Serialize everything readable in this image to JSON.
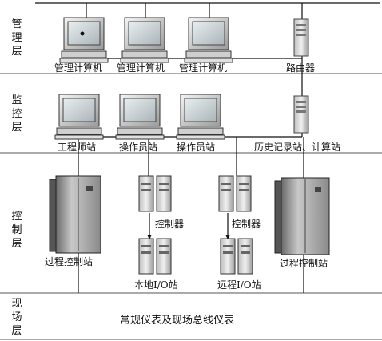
{
  "layers": {
    "management": "管理层",
    "monitoring": "监控层",
    "control": "控制层",
    "field": "现场层"
  },
  "management": {
    "pc1": "管理计算机",
    "pc2": "管理计算机",
    "pc3": "管理计算机",
    "router": "路由器"
  },
  "monitoring": {
    "engineer": "工程师站",
    "operator1": "操作员站",
    "operator2": "操作员站",
    "history": "历史记录站、计算站"
  },
  "control": {
    "process_left": "过程控制站",
    "controller_left": "控制器",
    "local_io": "本地I/O站",
    "controller_right": "控制器",
    "remote_io": "远程I/O站",
    "process_right": "过程控制站"
  },
  "field": {
    "instruments": "常规仪表及现场总线仪表"
  }
}
